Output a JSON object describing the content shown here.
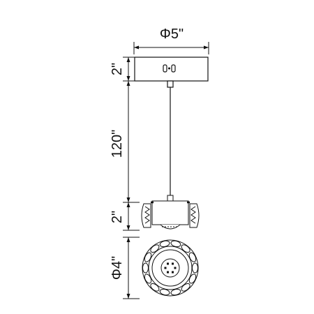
{
  "dimensions": {
    "canopy_diameter": "Φ5\"",
    "canopy_height": "2\"",
    "cable_length": "120\"",
    "fixture_height": "2\"",
    "fixture_diameter": "Φ4\""
  },
  "colors": {
    "stroke": "#111111",
    "background": "#ffffff"
  }
}
